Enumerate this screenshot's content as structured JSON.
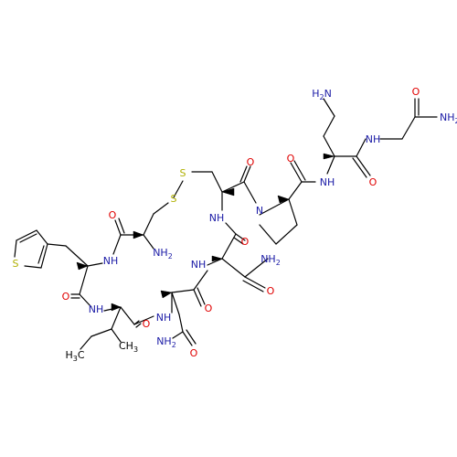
{
  "colors": {
    "bond": "#000000",
    "N": "#1a1aa6",
    "O": "#e00000",
    "S": "#b0b000",
    "C": "#000000"
  },
  "atoms": [
    {
      "id": "s1",
      "text": "S",
      "element": "S"
    },
    {
      "id": "s2",
      "text": "S",
      "element": "S"
    },
    {
      "id": "s_thio",
      "text": "S",
      "element": "S"
    },
    {
      "id": "h2n_top",
      "text": "H2N",
      "element": "N"
    },
    {
      "id": "nh2_gly",
      "text": "NH2",
      "element": "N"
    },
    {
      "id": "o_gly",
      "text": "O",
      "element": "O"
    },
    {
      "id": "nh_gly",
      "text": "NH",
      "element": "N"
    },
    {
      "id": "o_dab",
      "text": "O",
      "element": "O"
    },
    {
      "id": "nh_dab",
      "text": "NH",
      "element": "N"
    },
    {
      "id": "o_pro",
      "text": "O",
      "element": "O"
    },
    {
      "id": "n_pro",
      "text": "N",
      "element": "N"
    },
    {
      "id": "o_cys2",
      "text": "O",
      "element": "O"
    },
    {
      "id": "nh_cys2",
      "text": "NH",
      "element": "N"
    },
    {
      "id": "o_asn1",
      "text": "O",
      "element": "O"
    },
    {
      "id": "nh2_asn1",
      "text": "NH2",
      "element": "N"
    },
    {
      "id": "o_asn1_side",
      "text": "O",
      "element": "O"
    },
    {
      "id": "o_cys1",
      "text": "O",
      "element": "O"
    },
    {
      "id": "nh2_cys1",
      "text": "NH2",
      "element": "N"
    },
    {
      "id": "nh_cys1",
      "text": "NH",
      "element": "N"
    },
    {
      "id": "nh_asn1",
      "text": "NH",
      "element": "N"
    },
    {
      "id": "o_asn2",
      "text": "O",
      "element": "O"
    },
    {
      "id": "nh_asn2",
      "text": "NH",
      "element": "N"
    },
    {
      "id": "o_thi",
      "text": "O",
      "element": "O"
    },
    {
      "id": "nh_ile",
      "text": "NH",
      "element": "N"
    },
    {
      "id": "o_ile",
      "text": "O",
      "element": "O"
    },
    {
      "id": "ch3_ile",
      "text": "CH3",
      "element": "C"
    },
    {
      "id": "h3c_ile",
      "text": "H3C",
      "element": "C"
    },
    {
      "id": "nh2_asn2",
      "text": "NH2",
      "element": "N"
    },
    {
      "id": "o_asn2_side",
      "text": "O",
      "element": "O"
    }
  ]
}
